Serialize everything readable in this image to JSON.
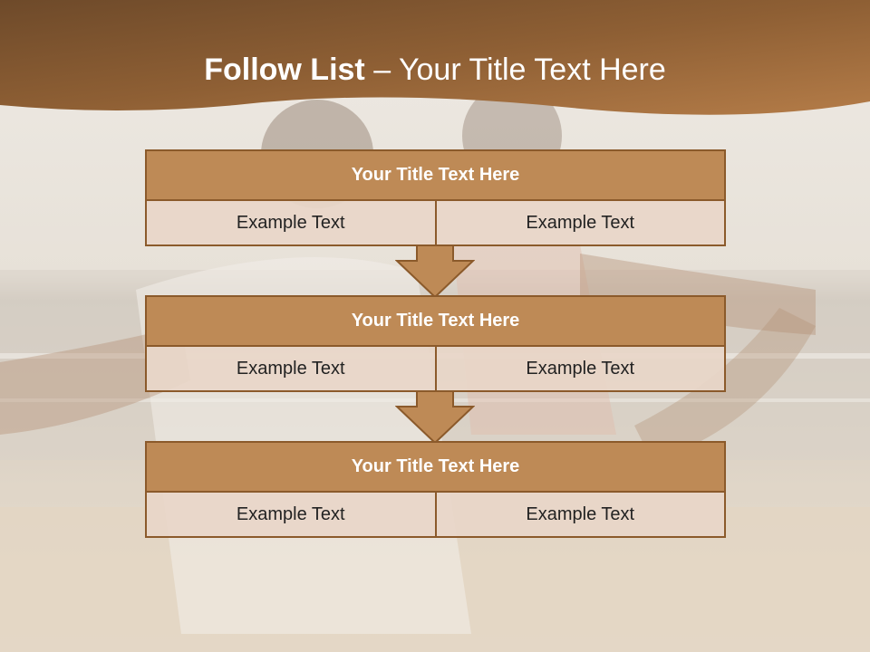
{
  "slide": {
    "title_bold": "Follow List",
    "title_separator": " – ",
    "title_rest": "Your Title Text Here"
  },
  "blocks": [
    {
      "title": "Your Title Text Here",
      "left": "Example Text",
      "right": "Example Text"
    },
    {
      "title": "Your Title Text Here",
      "left": "Example Text",
      "right": "Example Text"
    },
    {
      "title": "Your Title Text Here",
      "left": "Example Text",
      "right": "Example Text"
    }
  ],
  "colors": {
    "banner": "#8a5a32",
    "header_fill": "#be8a56",
    "border": "#8b5a2b",
    "cell_fill": "#e8d6c8",
    "arrow": "#be8a56"
  }
}
